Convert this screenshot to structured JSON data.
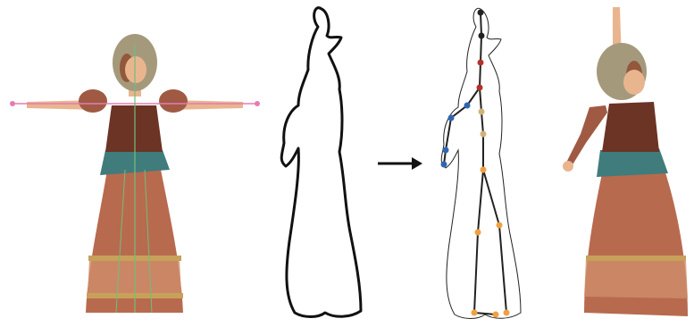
{
  "figure": {
    "panels": [
      {
        "id": "rigged-character-tpose",
        "kind": "3d-render"
      },
      {
        "id": "sketched-outline",
        "kind": "line-sketch"
      },
      {
        "id": "arrow",
        "kind": "connector"
      },
      {
        "id": "outline-with-fitted-skeleton",
        "kind": "line-sketch"
      },
      {
        "id": "posed-character",
        "kind": "3d-render"
      }
    ]
  },
  "colors": {
    "skirt": "#b86a4e",
    "skirt_pattern": "#cf8f6c",
    "skirt_band": "#c7a15a",
    "sash": "#3f7c7b",
    "bodice": "#6b3424",
    "blouse": "#a05a43",
    "skin": "#e9b58f",
    "hair": "#a49a7b",
    "hair_red": "#8c3b22",
    "rig_pink": "#e67bb3",
    "rig_green": "#6fbf7a",
    "joint_black": "#222222",
    "joint_red": "#b3312b",
    "joint_tan": "#d3b07a",
    "joint_orange": "#f0a040",
    "joint_blue": "#2f66b3",
    "stroke": "#111111"
  }
}
